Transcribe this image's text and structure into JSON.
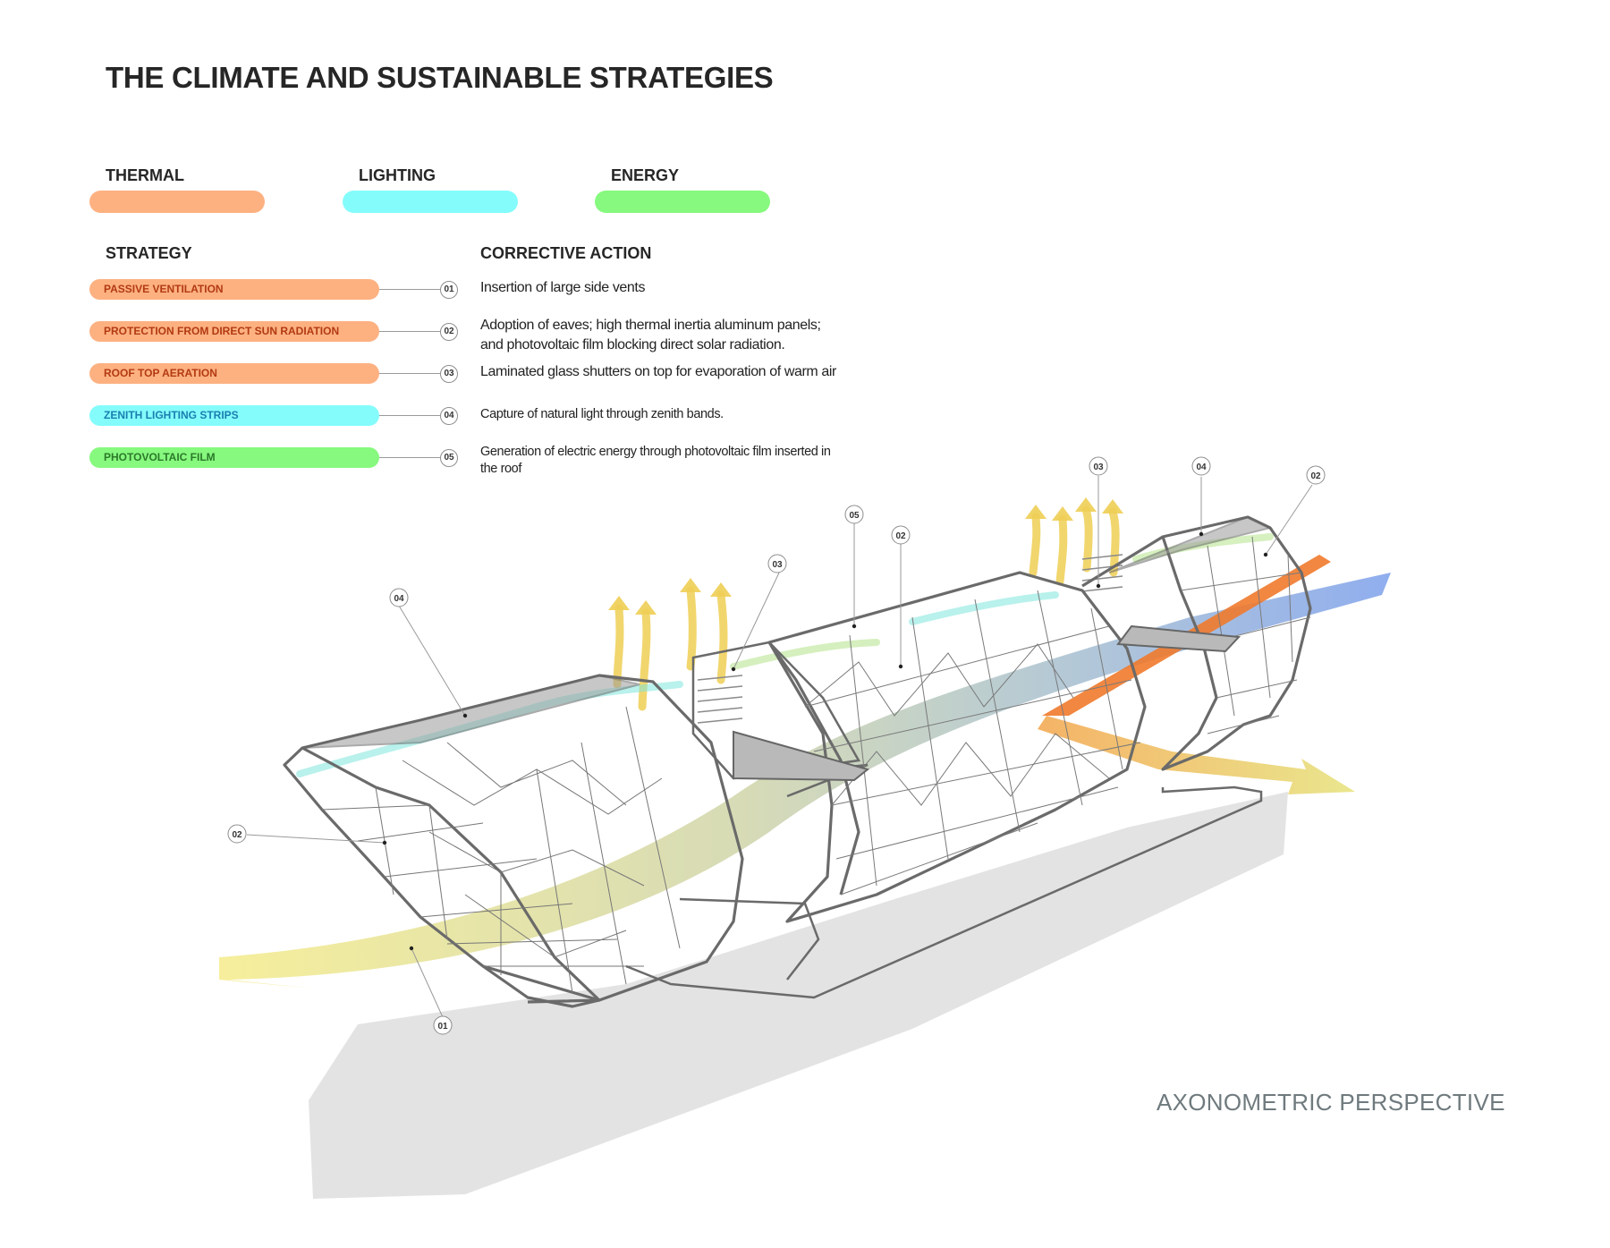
{
  "title": "THE CLIMATE AND SUSTAINABLE STRATEGIES",
  "categories": [
    {
      "label": "THERMAL",
      "color": "#fdb181"
    },
    {
      "label": "LIGHTING",
      "color": "#84fcfb"
    },
    {
      "label": "ENERGY",
      "color": "#86f97e"
    }
  ],
  "columns": {
    "strategy": "STRATEGY",
    "action": "CORRECTIVE ACTION"
  },
  "strategies": [
    {
      "number": "01",
      "label": "PASSIVE VENTILATION",
      "category": "thermal",
      "color": "#fdb181",
      "text_color": "#b23a12",
      "action": "Insertion of large side vents"
    },
    {
      "number": "02",
      "label": "PROTECTION FROM DIRECT SUN RADIATION",
      "category": "thermal",
      "color": "#fdb181",
      "text_color": "#b23a12",
      "action_line1": "Adoption of eaves; high thermal inertia aluminum panels;",
      "action_line2": "and photovoltaic film blocking direct solar radiation."
    },
    {
      "number": "03",
      "label": "ROOF TOP AERATION",
      "category": "thermal",
      "color": "#fdb181",
      "text_color": "#b23a12",
      "action": "Laminated glass shutters on top for evaporation of warm air"
    },
    {
      "number": "04",
      "label": "ZENITH LIGHTING STRIPS",
      "category": "lighting",
      "color": "#84fcfb",
      "text_color": "#1a7fb0",
      "action": "Capture of natural light through zenith bands."
    },
    {
      "number": "05",
      "label": "PHOTOVOLTAIC FILM",
      "category": "energy",
      "color": "#86f97e",
      "text_color": "#2c7a2a",
      "action_line1": "Generation of electric energy through photovoltaic film inserted in",
      "action_line2": "the roof"
    }
  ],
  "callouts": [
    "04",
    "02",
    "01",
    "03",
    "05",
    "02",
    "03",
    "04",
    "02"
  ],
  "view_label": "AXONOMETRIC PERSPECTIVE"
}
